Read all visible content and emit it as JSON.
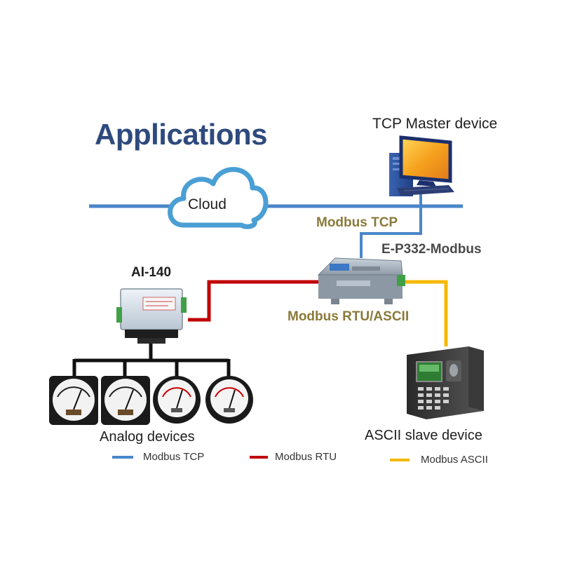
{
  "title": "Applications",
  "cloud": {
    "label": "Cloud"
  },
  "master": {
    "label": "TCP Master device"
  },
  "converter": {
    "label": "E-P332-Modbus"
  },
  "module": {
    "label": "AI-140"
  },
  "links": {
    "tcp": "Modbus TCP",
    "rtu": "Modbus RTU/ASCII"
  },
  "analog": {
    "label": "Analog devices"
  },
  "slave": {
    "label": "ASCII slave device"
  },
  "legend": [
    {
      "label": "Modbus TCP",
      "color": "#4a86c8"
    },
    {
      "label": "Modbus RTU",
      "color": "#c00000"
    },
    {
      "label": "Modbus ASCII",
      "color": "#f5b800"
    }
  ],
  "icons": [
    "cloud-icon",
    "computer-icon",
    "converter-device-icon",
    "ai140-module-icon",
    "analog-meter-icon",
    "fingerprint-terminal-icon"
  ]
}
